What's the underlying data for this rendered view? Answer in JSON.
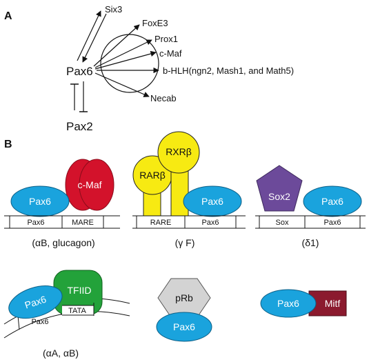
{
  "panel_a": {
    "label": "A",
    "hub": "Pax6",
    "bottom": "Pax2",
    "targets": {
      "six3": "Six3",
      "foxe3": "FoxE3",
      "prox1": "Prox1",
      "cmaf": "c-Maf",
      "bhlh": "b-HLH(ngn2, Mash1, and Math5)",
      "necab": "Necab"
    }
  },
  "panel_b": {
    "label": "B",
    "complex1": {
      "pax6": "Pax6",
      "partner": "c-Maf",
      "site_left": "Pax6",
      "site_right": "MARE",
      "caption": "(αB, glucagon)"
    },
    "complex2": {
      "rar": "RARβ",
      "rxr": "RXRβ",
      "pax6": "Pax6",
      "site_left": "RARE",
      "site_right": "Pax6",
      "caption": "(γ F)"
    },
    "complex3": {
      "sox": "Sox2",
      "pax6": "Pax6",
      "site_left": "Sox",
      "site_right": "Pax6",
      "caption": "(δ1)"
    },
    "complex4": {
      "pax6": "Pax6",
      "tfiid": "TFIID",
      "site_left": "Pax6",
      "site_right": "TATA",
      "caption": "(αA, αB)"
    },
    "complex5": {
      "prb": "pRb",
      "pax6": "Pax6"
    },
    "complex6": {
      "pax6": "Pax6",
      "mitf": "Mitf"
    }
  },
  "colors": {
    "pax6": "#1aa3dd",
    "cmaf": "#d3122b",
    "rar": "#f7ea12",
    "sox2": "#6c4a9a",
    "tfiid": "#23a23a",
    "prb": "#d3d3d3",
    "mitf": "#8b1a2e"
  }
}
